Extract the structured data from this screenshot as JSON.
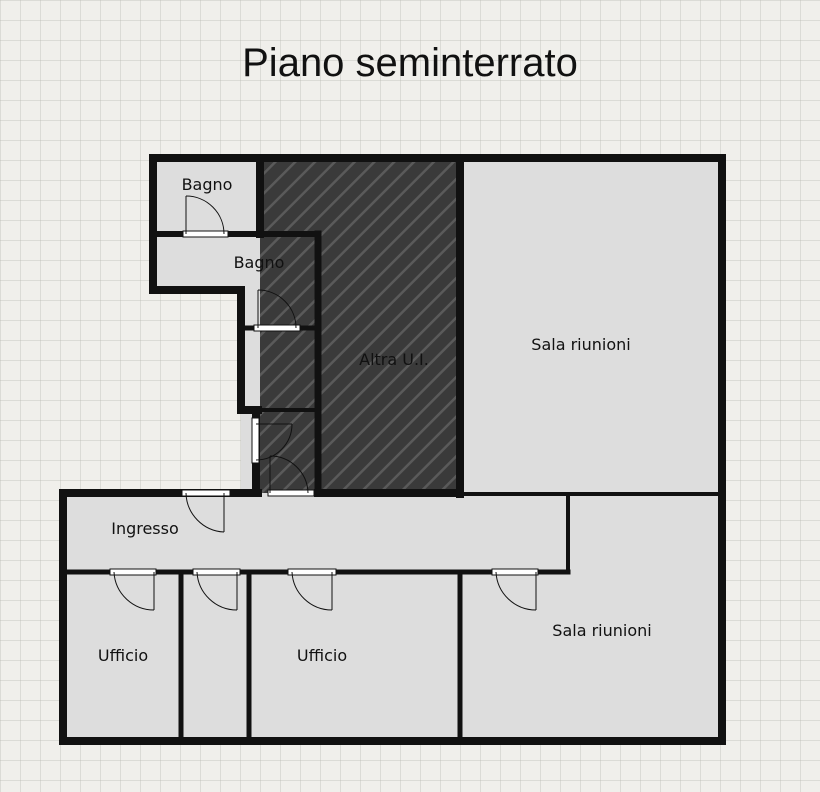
{
  "plan": {
    "title": "Piano seminterrato",
    "rooms": [
      {
        "id": "bagno-1",
        "label": "Bagno"
      },
      {
        "id": "bagno-2",
        "label": "Bagno"
      },
      {
        "id": "altra-ui",
        "label": "Altra U.I."
      },
      {
        "id": "sala-riunioni-1",
        "label": "Sala riunioni"
      },
      {
        "id": "ingresso",
        "label": "Ingresso"
      },
      {
        "id": "ufficio-1",
        "label": "Ufficio"
      },
      {
        "id": "ufficio-2",
        "label": "Ufficio"
      },
      {
        "id": "sala-riunioni-2",
        "label": "Sala riunioni"
      }
    ]
  },
  "colors": {
    "background": "#f0efeb",
    "grid": "#c8c7c2",
    "floor": "#dddddd",
    "wall": "#111111",
    "other_unit": "#3a3a3a",
    "hatch": "#5a5a5a"
  }
}
